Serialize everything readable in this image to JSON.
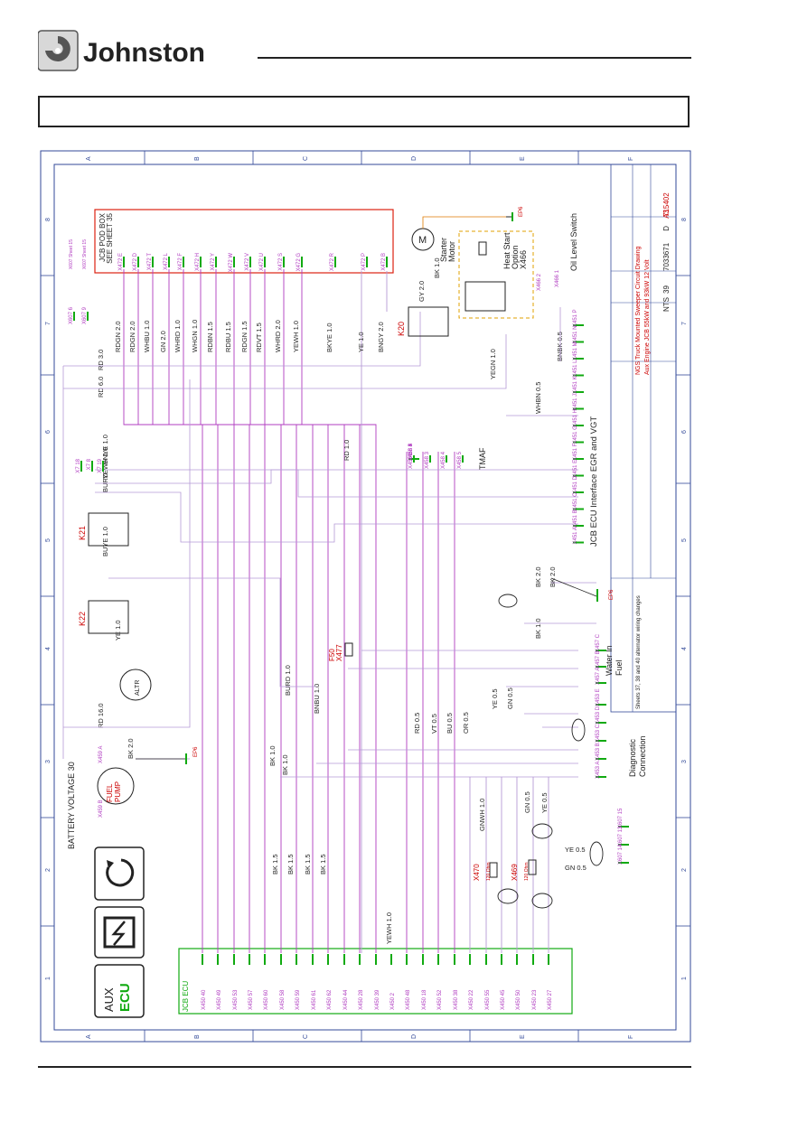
{
  "brand": {
    "name": "Johnston"
  },
  "title_block": {
    "drawing_title": "NGS Truck Mounted Sweeper Circuit Drawing",
    "drawing_subtitle": "Aux Engine JCB 55kW and 93kW 12 Volt",
    "drawing_number": "7033671",
    "scale": "NTS",
    "sheet": "39",
    "size": "D",
    "paper": "A3",
    "doc_number": "715402",
    "revision_note": "Sheets 37, 38 and 40 alternator wiring changes"
  },
  "grid": {
    "cols": [
      "A",
      "B",
      "C",
      "D",
      "E",
      "F"
    ],
    "rows": [
      "8",
      "7",
      "6",
      "5",
      "4",
      "3",
      "2",
      "1"
    ]
  },
  "components": {
    "jcb_pod_box": [
      "JCB POD BOX",
      "SEE SHEET 35"
    ],
    "starter_motor": [
      "Starter",
      "Motor"
    ],
    "starter_symbol": "M",
    "heat_start": [
      "Heat Start",
      "Option",
      "X466"
    ],
    "oil_switch": "Oil Level Switch",
    "ecu_interface": "JCB ECU Interface EGR and VGT",
    "k20": "K20",
    "k21": "K21",
    "k22": "K22",
    "alternator": "ALTR",
    "fuel_pump": [
      "FUEL",
      "PUMP"
    ],
    "battery_voltage": "BATTERY VOLTAGE 30",
    "water_in_fuel": [
      "Water In",
      "Fuel"
    ],
    "diagnostic": [
      "Diagnostic",
      "Connection"
    ],
    "jcb_ecu_label": "JCB ECU",
    "aux_ecu": [
      "AUX",
      "ECU"
    ],
    "f50": "F50",
    "x477": "X477",
    "x470": "X470",
    "x469": "X469",
    "resistor_value": "120 Ohm",
    "tmaf": "TMAF",
    "ep6": "EP6"
  },
  "pod_pins": [
    "X472 E",
    "X472 D",
    "X472 T",
    "X472 L",
    "X472 F",
    "X472 H",
    "X472 Y",
    "X472 W",
    "X472 V",
    "X472 U",
    "X472 S",
    "X472 G",
    "X472 R",
    "X472 P",
    "X472 B"
  ],
  "top_wires": [
    "RDGN 2.0",
    "RDGN 2.0",
    "WHBU 1.0",
    "GN 2.0",
    "WHRD 1.0",
    "WHGN 1.0",
    "RDBN 1.5",
    "RDBU 1.5",
    "RDGN 1.5",
    "RDVT 1.5",
    "WHRD 2.0",
    "YEWH 1.0",
    "BKYE 1.0",
    "YE 1.0",
    "BNGY 2.0"
  ],
  "ecu_pins": [
    "X450 40",
    "X450 49",
    "X450 53",
    "X450 57",
    "X450 60",
    "X450 58",
    "X450 59",
    "X450 61",
    "X450 62",
    "X450 44",
    "X450 28",
    "X450 39",
    "X450 2",
    "X450 48",
    "X450 18",
    "X450 52",
    "X450 38",
    "X450 22",
    "X450 55",
    "X450 45",
    "X450 50",
    "X450 23",
    "X450 27"
  ],
  "x451_pins": [
    "X451 P",
    "X451 N",
    "X451 M",
    "X451 L",
    "X451 K",
    "X451 J",
    "X451 H",
    "X451 G",
    "X451 F",
    "X451 E",
    "X451 D",
    "X451 C",
    "X451 B",
    "X451 A"
  ],
  "x458_pins": [
    "X458 2",
    "X458 3",
    "X458 4",
    "X458 5"
  ],
  "x457_pins": [
    "X457 C",
    "X457 B",
    "X457 A"
  ],
  "x453_pins": [
    "X453 E",
    "X453 D",
    "X453 C",
    "X453 B",
    "X453 A"
  ],
  "x607_pins": [
    "X607 15",
    "X607 13",
    "X607 14"
  ],
  "x7_pins": [
    "X7 18",
    "X7 8",
    "X7 19"
  ],
  "x607_left": [
    "X607 6",
    "X607 9"
  ],
  "wire_labels": {
    "rd30": "RD 3.0",
    "rd60": "RD 6.0",
    "rd160": "RD 16.0",
    "bnye": "BNYE 1.0",
    "yewh": "YEWH 1.0",
    "burd": "BURD",
    "buye": "BUYE 1.0",
    "ye10": "YE 1.0",
    "bk20": "BK 2.0",
    "bk10": "BK 1.0",
    "bk15": "BK 1.5",
    "yewh_b": "YEWH 1.0",
    "burd10": "BURD 1.0",
    "bnbu": "BNBU 1.0",
    "rd10": "RD 1.0",
    "gy20": "GY 2.0",
    "bk_m": "BK 1.0",
    "yegn": "YEGN 1.0",
    "whbn": "WHBN 0.5",
    "bnbk": "BNBK 0.5",
    "rd05": "RD 0.5",
    "vt05": "VT 0.5",
    "bu05": "BU 0.5",
    "or05": "OR 0.5",
    "ye05": "YE 0.5",
    "gn05": "GN 0.5",
    "gnwh": "GNWH 1.0",
    "x466_2": "X466 2",
    "x466_1": "X466 1",
    "x459_a": "X459 A",
    "x459_b": "X459 B"
  },
  "ref_notes": [
    "X607 Sheet 15",
    "X607 Sheet 15"
  ]
}
